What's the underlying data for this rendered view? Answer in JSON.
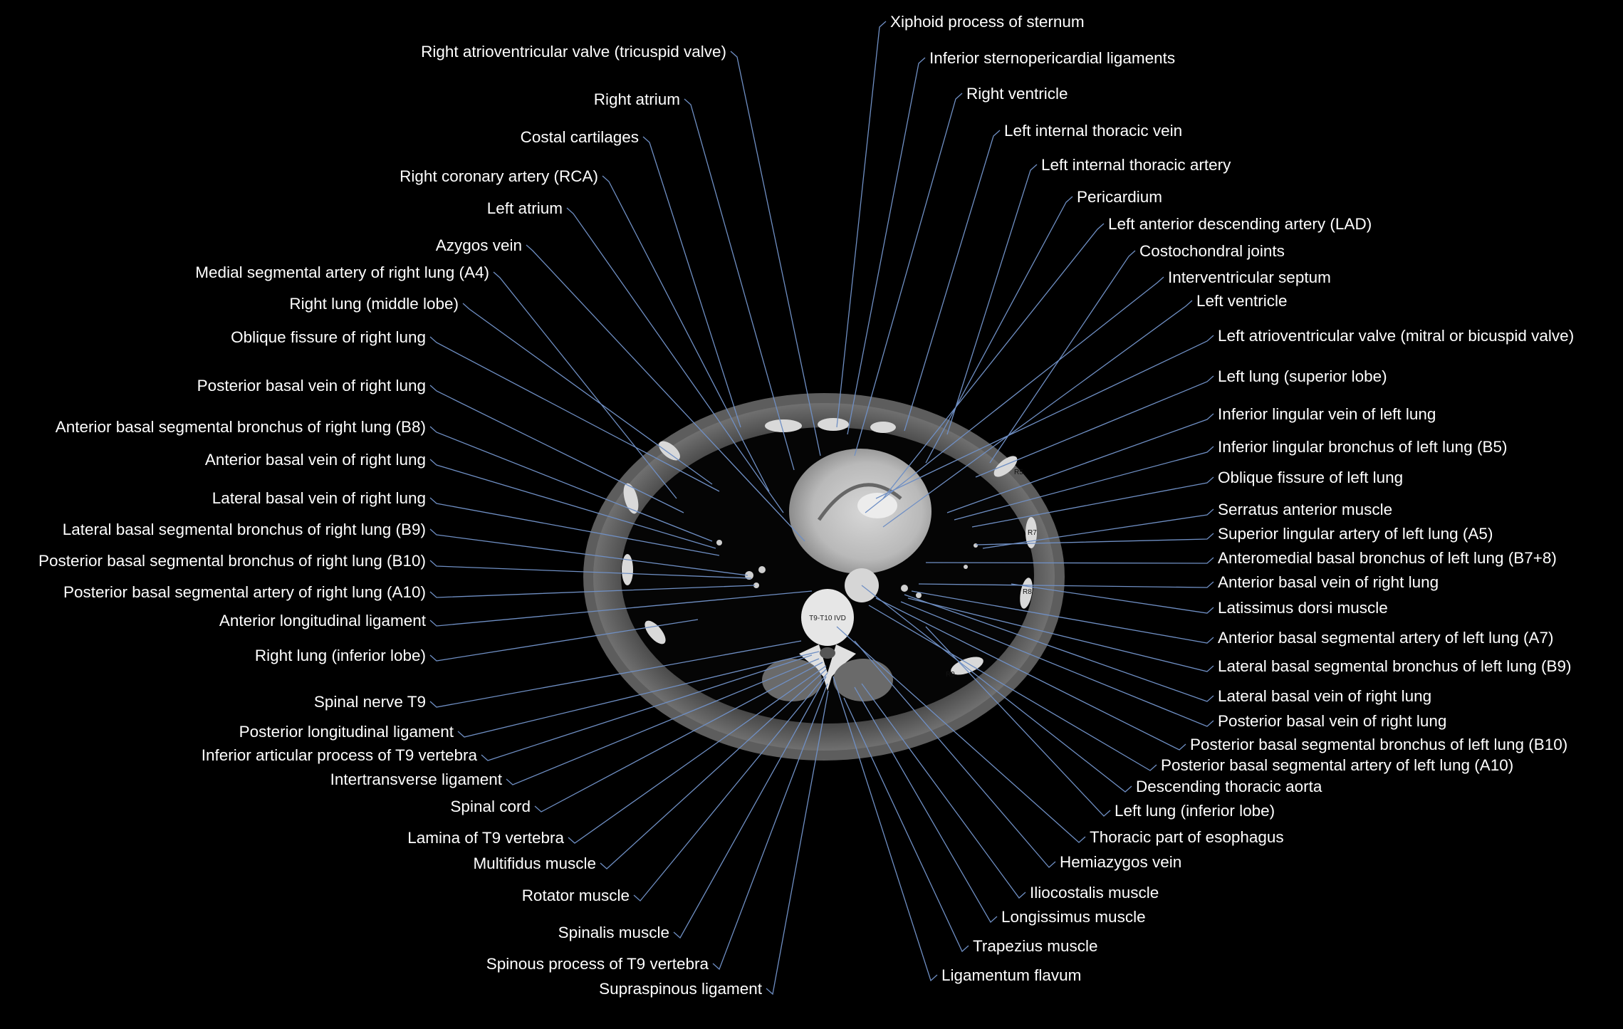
{
  "image_tags": {
    "vertebra": "T9-T10 IVD",
    "ribs": [
      "R5",
      "R7",
      "R8",
      "R9"
    ]
  },
  "labels_left": [
    "Right atrioventricular valve (tricuspid valve)",
    "Right atrium",
    "Costal cartilages",
    "Right coronary artery (RCA)",
    "Left atrium",
    "Azygos vein",
    "Medial segmental artery of right lung (A4)",
    "Right lung (middle lobe)",
    "Oblique fissure of right lung",
    "Posterior basal vein of right lung",
    "Anterior basal segmental bronchus of right lung (B8)",
    "Anterior basal vein of right lung",
    "Lateral basal vein of right lung",
    "Lateral basal segmental bronchus of right lung (B9)",
    "Posterior basal segmental bronchus of right lung (B10)",
    "Posterior basal segmental artery of right lung (A10)",
    "Anterior longitudinal ligament",
    "Right lung (inferior lobe)",
    "Spinal nerve T9",
    "Posterior longitudinal ligament",
    "Inferior articular process of T9 vertebra",
    "Intertransverse ligament",
    "Spinal cord",
    "Lamina of T9 vertebra",
    "Multifidus muscle",
    "Rotator muscle",
    "Spinalis muscle",
    "Spinous process of T9 vertebra",
    "Supraspinous ligament"
  ],
  "labels_right": [
    "Xiphoid process of sternum",
    "Inferior sternopericardial ligaments",
    "Right ventricle",
    "Left internal thoracic vein",
    "Left internal thoracic artery",
    "Pericardium",
    "Left anterior descending artery (LAD)",
    "Costochondral joints",
    "Interventricular septum",
    "Left ventricle",
    "Left atrioventricular valve (mitral or bicuspid valve)",
    "Left lung (superior lobe)",
    "Inferior lingular vein of left lung",
    "Inferior lingular bronchus of left lung (B5)",
    "Oblique fissure of left lung",
    "Serratus anterior muscle",
    "Superior lingular artery of left lung (A5)",
    "Anteromedial basal bronchus of left lung (B7+8)",
    "Anterior basal vein of right lung",
    "Latissimus dorsi muscle",
    "Anterior basal segmental artery of left lung (A7)",
    "Lateral basal segmental bronchus of left lung (B9)",
    "Lateral basal vein of right lung",
    "Posterior basal vein of right lung",
    "Posterior basal segmental bronchus of left lung (B10)",
    "Posterior basal segmental artery of left lung (A10)",
    "Descending thoracic aorta",
    "Left lung (inferior lobe)",
    "Thoracic part of esophagus",
    "Hemiazygos vein",
    "Iliocostalis muscle",
    "Longissimus muscle",
    "Trapezius muscle",
    "Ligamentum flavum"
  ]
}
